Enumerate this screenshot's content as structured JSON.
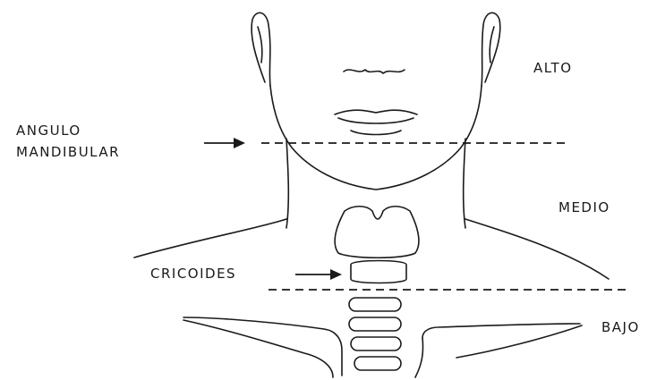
{
  "labels": {
    "alto": "ALTO",
    "medio": "MEDIO",
    "bajo": "BAJO",
    "angulo_line1": "ANGULO",
    "angulo_line2": "MANDIBULAR",
    "cricoides": "CRICOIDES"
  }
}
